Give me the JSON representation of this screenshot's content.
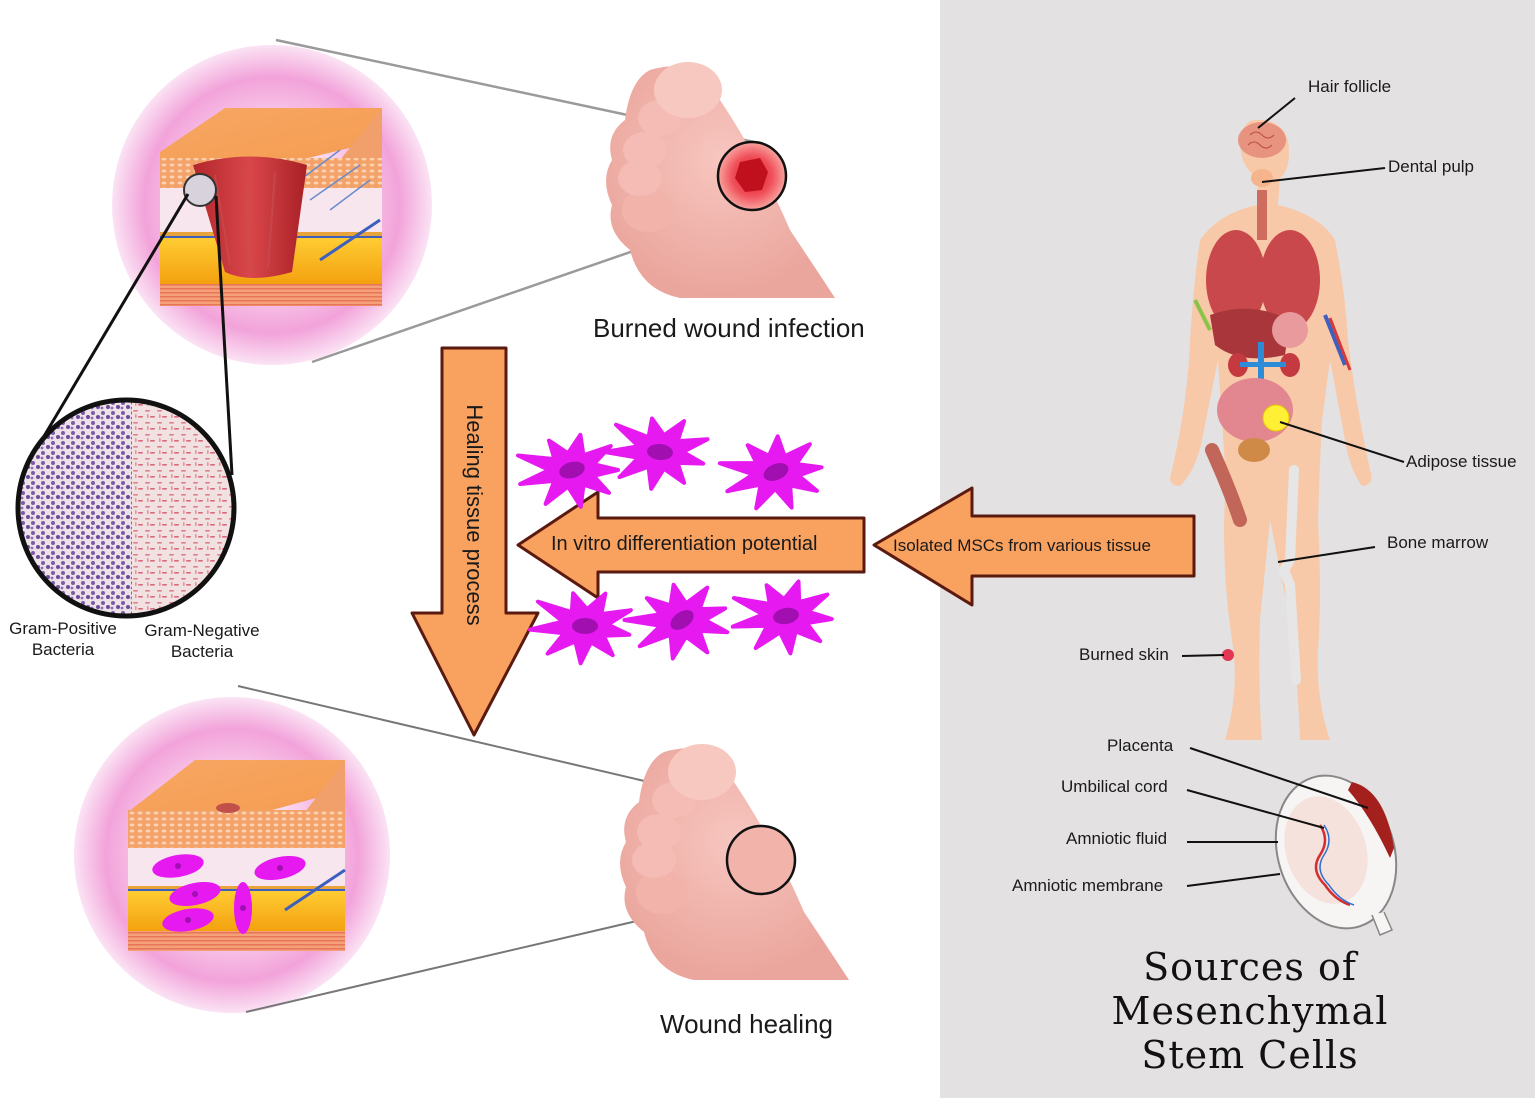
{
  "figure": {
    "title_lines": [
      "Sources of",
      "Mesenchymal",
      "Stem Cells"
    ],
    "colors": {
      "arrow_fill": "#f9a15e",
      "arrow_stroke": "#5a1a10",
      "cell_magenta": "#e619f0",
      "cell_nucleus": "#a10fb0",
      "panel_gray": "#e3e1e1",
      "halo_pink": "#f4a6dc"
    }
  },
  "left_panel": {
    "top_caption": "Burned wound infection",
    "bottom_caption": "Wound healing",
    "bacteria": {
      "positive_line1": "Gram-Positive",
      "positive_line2": "Bacteria",
      "negative_line1": "Gram-Negative",
      "negative_line2": "Bacteria"
    }
  },
  "arrows": {
    "vertical": "Healing tissue process",
    "middle": "In vitro differentiation potential",
    "right": "Isolated MSCs from various tissue"
  },
  "body_map": {
    "labels": [
      {
        "id": "hair-follicle",
        "text": "Hair follicle"
      },
      {
        "id": "dental-pulp",
        "text": "Dental pulp"
      },
      {
        "id": "adipose-tissue",
        "text": "Adipose tissue"
      },
      {
        "id": "bone-marrow",
        "text": "Bone marrow"
      },
      {
        "id": "burned-skin",
        "text": "Burned skin"
      },
      {
        "id": "placenta",
        "text": "Placenta"
      },
      {
        "id": "umbilical-cord",
        "text": "Umbilical cord"
      },
      {
        "id": "amniotic-fluid",
        "text": "Amniotic fluid"
      },
      {
        "id": "amniotic-membrane",
        "text": "Amniotic membrane"
      }
    ]
  }
}
